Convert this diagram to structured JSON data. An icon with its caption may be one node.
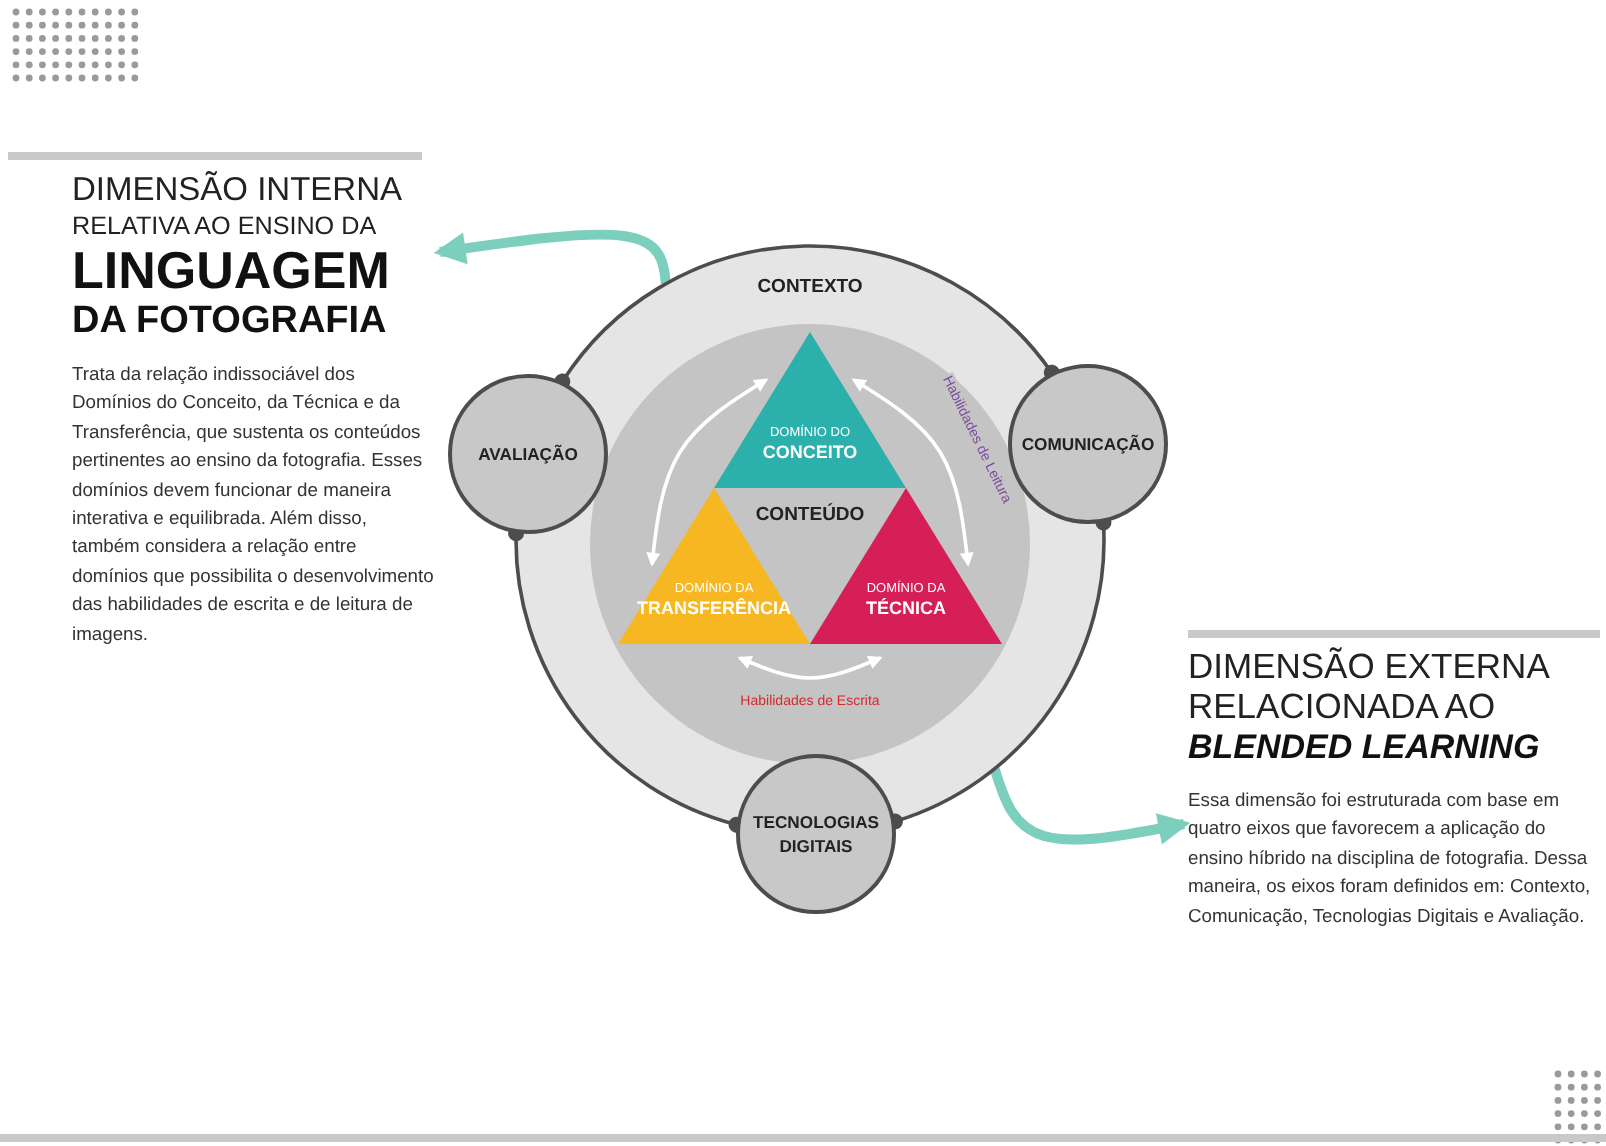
{
  "diagram": {
    "nodes": [
      {
        "text": [
          "DIMENSÃO INTERNA",
          "RELATIVA AO ENSINO DA",
          "LINGUAGEM",
          "DA FOTOGRAFIA",
          "Trata da relação indissociável dos Domínios do Conceito, da Técnica e da Transferência, que sustenta os conteúdos pertinentes ao ensino da fotografia. Esses domínios devem funcionar de maneira interativa e equilibrada. Além disso, também considera a relação entre domínios que possibilita o desenvolvimento das habilidades de escrita e de leitura de imagens."
        ]
      },
      {
        "text": [
          "CONTEXTO"
        ]
      },
      {
        "text": [
          "CONTEÚDO"
        ],
        "in": 1
      },
      {
        "text": [
          "DOMÍNIO DO",
          "CONCEITO"
        ],
        "in": 2
      },
      {
        "text": [
          "DOMÍNIO DA",
          "TRANSFERÊNCIA"
        ],
        "in": 2
      },
      {
        "text": [
          "DOMÍNIO DA",
          "TÉCNICA"
        ],
        "in": 2
      },
      {
        "text": [
          "AVALIAÇÃO"
        ]
      },
      {
        "text": [
          "COMUNICAÇÃO"
        ]
      },
      {
        "text": [
          "TECNOLOGIAS DIGITAIS"
        ]
      },
      {
        "text": [
          "DIMENSÃO EXTERNA",
          "RELACIONADA AO",
          "BLENDED LEARNING",
          "Essa dimensão foi estruturada com base em quatro eixos que favorecem a aplicação do ensino híbrido na disciplina de fotografia. Dessa maneira, os eixos foram definidos em: Contexto, Comunicação, Tecnologias Digitais e Avaliação."
        ]
      }
    ],
    "edges": [
      {
        "from": 1,
        "to": 0,
        "arrow": "to",
        "style": "thick",
        "color": "#7ccfbd"
      },
      {
        "from": 1,
        "to": 9,
        "arrow": "to",
        "style": "thick",
        "color": "#7ccfbd"
      },
      {
        "from": 6,
        "to": 7,
        "arrow": "other"
      },
      {
        "from": 7,
        "to": 8,
        "arrow": "other"
      },
      {
        "from": 8,
        "to": 6,
        "arrow": "other"
      },
      {
        "from": 3,
        "to": 4,
        "arrow": "both",
        "color": "#ffffff"
      },
      {
        "from": 3,
        "to": 5,
        "arrow": "both",
        "color": "#ffffff",
        "label": "Habilidades de Leitura"
      },
      {
        "from": 4,
        "to": 5,
        "arrow": "both",
        "color": "#ffffff",
        "label": "Habilidades de Escrita"
      }
    ]
  }
}
